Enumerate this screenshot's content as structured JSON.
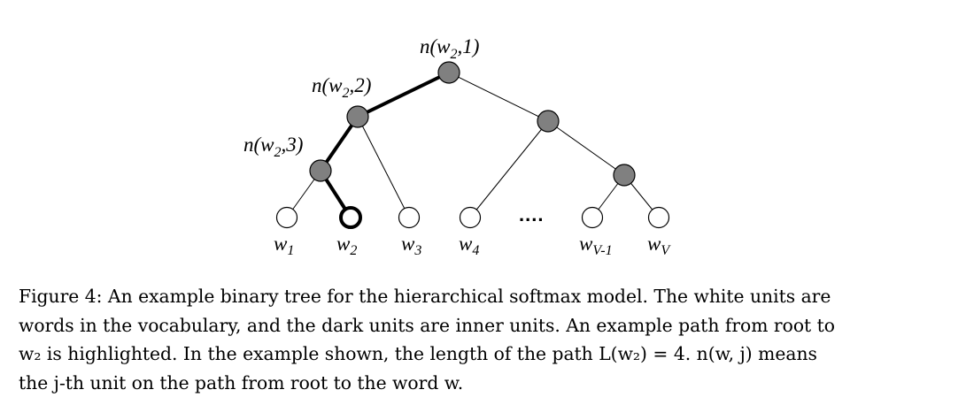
{
  "diagram": {
    "labels": {
      "root": {
        "func": "n(w",
        "sub": "2",
        "arg": ",1)"
      },
      "level2": {
        "func": "n(w",
        "sub": "2",
        "arg": ",2)"
      },
      "level3": {
        "func": "n(w",
        "sub": "2",
        "arg": ",3)"
      }
    },
    "leaves": [
      {
        "base": "w",
        "sub": "1",
        "highlighted": false
      },
      {
        "base": "w",
        "sub": "2",
        "highlighted": true
      },
      {
        "base": "w",
        "sub": "3",
        "highlighted": false
      },
      {
        "base": "w",
        "sub": "4",
        "highlighted": false
      },
      {
        "base": "w",
        "sub": "V-1",
        "highlighted": false
      },
      {
        "base": "w",
        "sub": "V",
        "highlighted": false
      }
    ],
    "ellipsis": "....",
    "colors": {
      "inner_unit": "#808080",
      "word_unit": "#ffffff",
      "edge": "#000000"
    }
  },
  "caption": {
    "lines": [
      "Figure 4: An example binary tree for the hierarchical softmax model. The white units are",
      "words in the vocabulary, and the dark units are inner units. An example path from root to",
      "w₂ is highlighted. In the example shown, the length of the path L(w₂) = 4. n(w, j) means",
      "the j-th unit on the path from root to the word w."
    ]
  }
}
